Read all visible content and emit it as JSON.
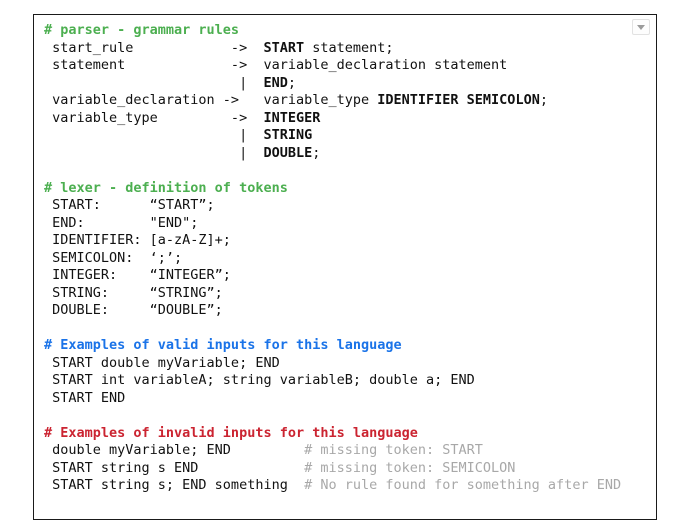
{
  "colors": {
    "green": "#4CAF50",
    "blue": "#1A73E8",
    "red": "#CB2431",
    "comment_gray": "#A8A8A8",
    "text": "#111111",
    "border": "#1a1a1a",
    "background": "#ffffff"
  },
  "panel": {
    "collapse_icon": "caret-down-icon"
  },
  "sections": [
    {
      "id": "parser",
      "header": {
        "text": "# parser - grammar rules",
        "color": "green"
      },
      "lines": [
        [
          {
            "t": " start_rule            ->  "
          },
          {
            "t": "START",
            "s": "b"
          },
          {
            "t": " statement;"
          }
        ],
        [
          {
            "t": " statement             ->  variable_declaration statement"
          }
        ],
        [
          {
            "t": "                        |  "
          },
          {
            "t": "END",
            "s": "b"
          },
          {
            "t": ";"
          }
        ],
        [
          {
            "t": " variable_declaration ->   variable_type "
          },
          {
            "t": "IDENTIFIER",
            "s": "b"
          },
          {
            "t": " "
          },
          {
            "t": "SEMICOLON",
            "s": "b"
          },
          {
            "t": ";"
          }
        ],
        [
          {
            "t": " variable_type         ->  "
          },
          {
            "t": "INTEGER",
            "s": "b"
          }
        ],
        [
          {
            "t": "                        |  "
          },
          {
            "t": "STRING",
            "s": "b"
          }
        ],
        [
          {
            "t": "                        |  "
          },
          {
            "t": "DOUBLE",
            "s": "b"
          },
          {
            "t": ";"
          }
        ]
      ]
    },
    {
      "id": "lexer",
      "header": {
        "text": "# lexer - definition of tokens",
        "color": "green"
      },
      "lines": [
        [
          {
            "t": " START:      “START”;"
          }
        ],
        [
          {
            "t": " END:        \"END\";"
          }
        ],
        [
          {
            "t": " IDENTIFIER: [a-zA-Z]+;"
          }
        ],
        [
          {
            "t": " SEMICOLON:  ‘;’;"
          }
        ],
        [
          {
            "t": " INTEGER:    “INTEGER”;"
          }
        ],
        [
          {
            "t": " STRING:     “STRING”;"
          }
        ],
        [
          {
            "t": " DOUBLE:     “DOUBLE”;"
          }
        ]
      ]
    },
    {
      "id": "valid-examples",
      "header": {
        "text": "# Examples of valid inputs for this language",
        "color": "blue"
      },
      "lines": [
        [
          {
            "t": " START double myVariable; END"
          }
        ],
        [
          {
            "t": " START int variableA; string variableB; double a; END"
          }
        ],
        [
          {
            "t": " START END"
          }
        ]
      ]
    },
    {
      "id": "invalid-examples",
      "header": {
        "text": "# Examples of invalid inputs for this language",
        "color": "red"
      },
      "lines": [
        [
          {
            "t": " double myVariable; END"
          },
          {
            "t": "         # missing token: START",
            "s": "c"
          }
        ],
        [
          {
            "t": " START string s END"
          },
          {
            "t": "             # missing token: SEMICOLON",
            "s": "c"
          }
        ],
        [
          {
            "t": " START string s; END something"
          },
          {
            "t": "  # No rule found for something after END",
            "s": "c"
          }
        ]
      ]
    }
  ]
}
